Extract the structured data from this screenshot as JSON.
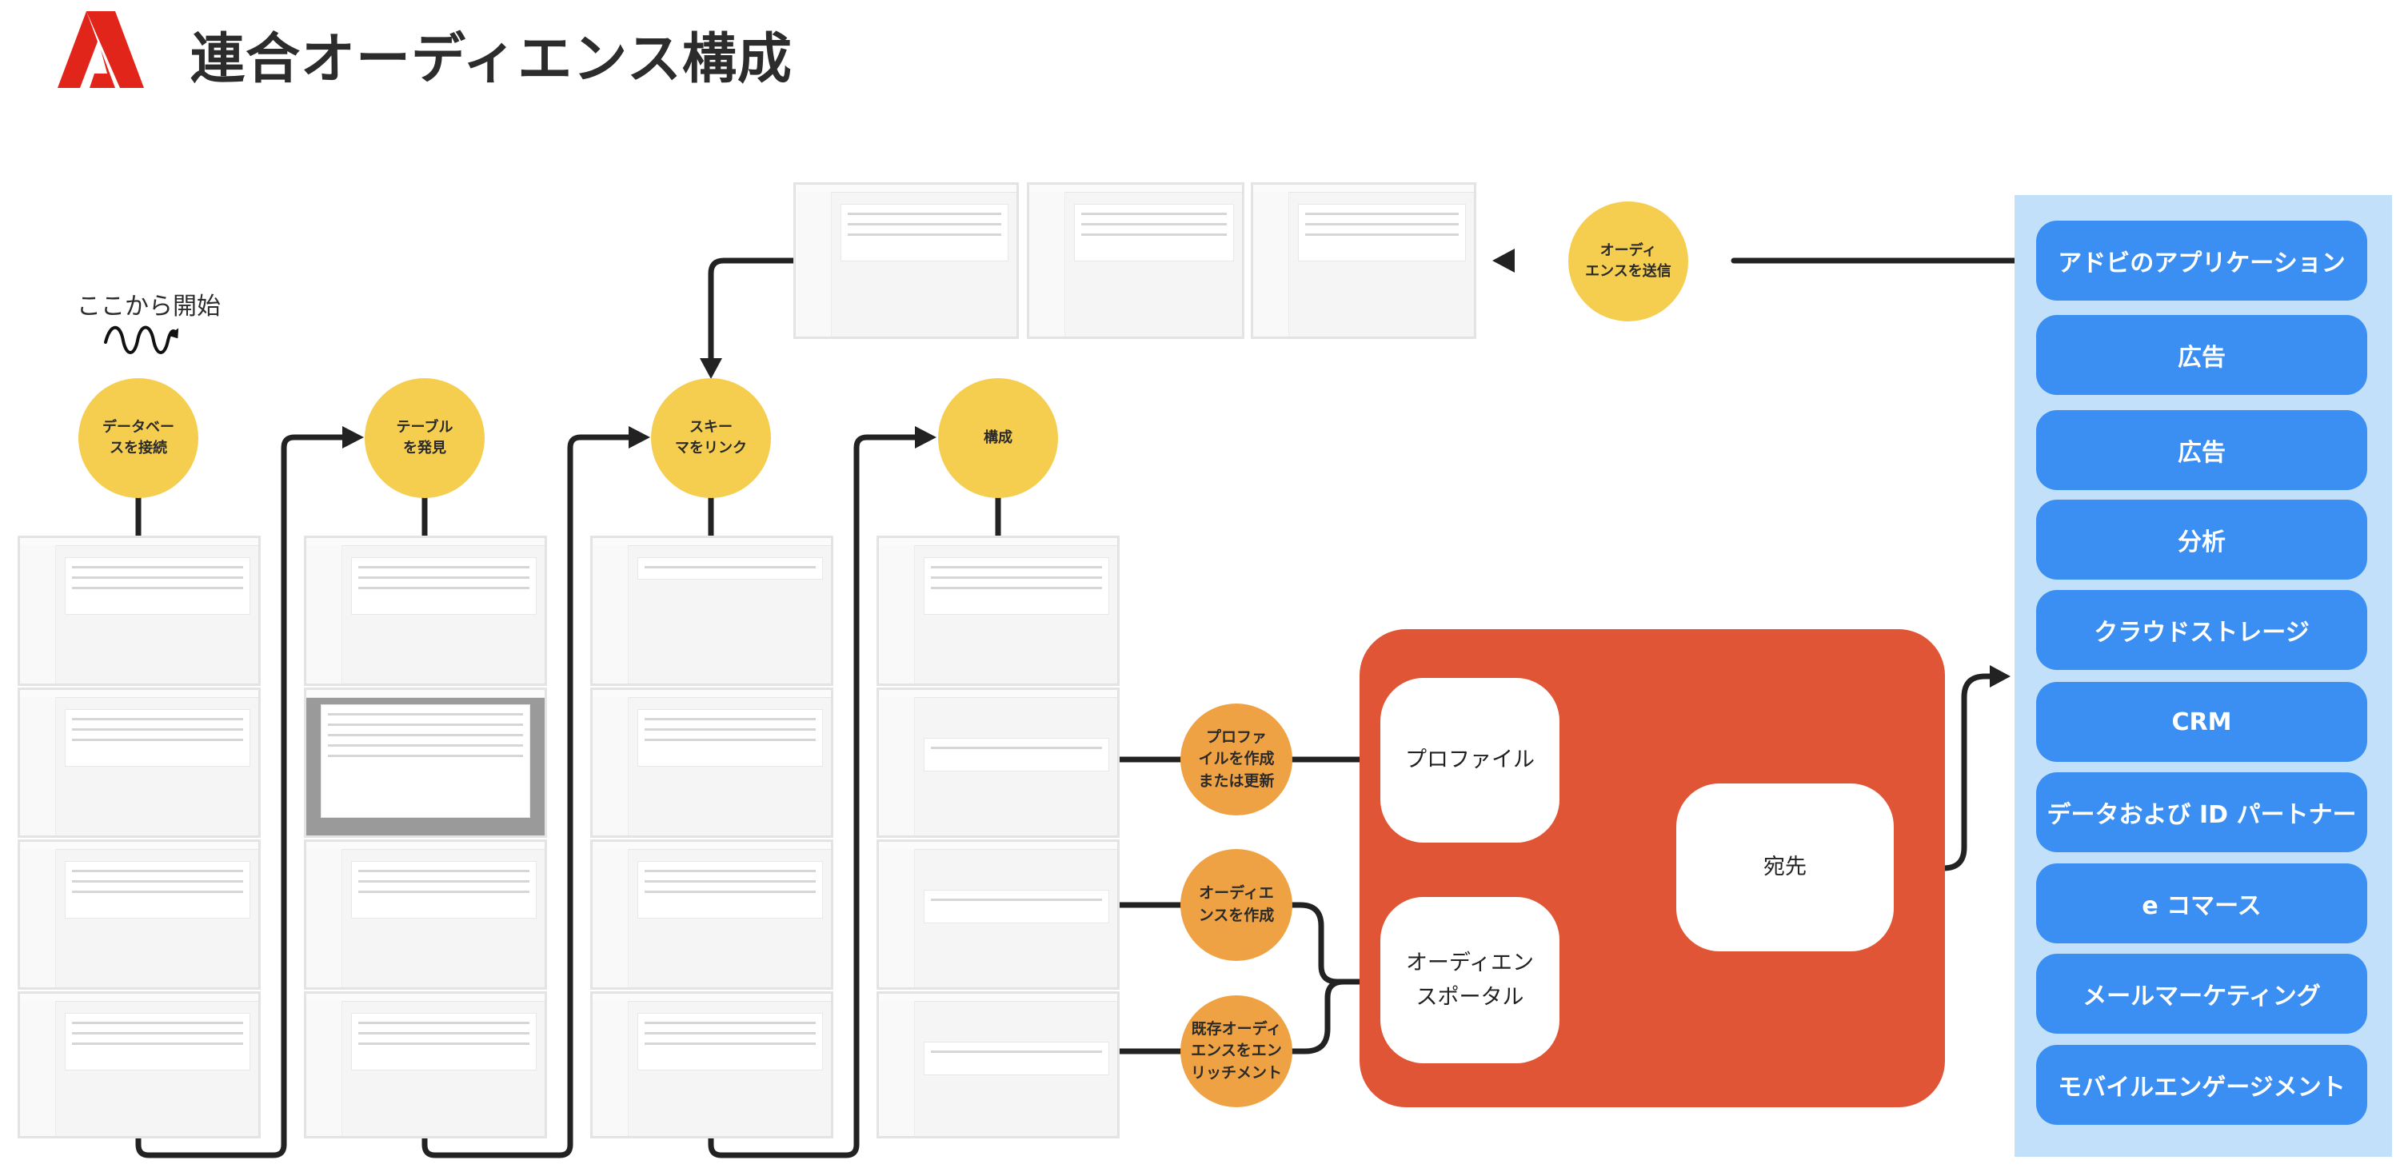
{
  "header": {
    "title": "連合オーディエンス構成",
    "logo": "adobe-logo"
  },
  "start": {
    "label": "ここから開始",
    "icon": "squiggle-arrow-icon"
  },
  "steps": [
    {
      "label": "データベー\nスを接続"
    },
    {
      "label": "テーブル\nを発見"
    },
    {
      "label": "スキー\nマをリンク"
    },
    {
      "label": "構成"
    }
  ],
  "send": {
    "label": "オーディ\nエンスを送信"
  },
  "actions": [
    {
      "label": "プロファ\nイルを作成\nまたは更新"
    },
    {
      "label": "オーディエ\nンスを作成"
    },
    {
      "label": "既存オーディ\nエンスをエン\nリッチメント"
    }
  ],
  "hub": {
    "profile": "プロファイル",
    "portal": "オーディエン\nスポータル",
    "destination": "宛先"
  },
  "destinations": [
    "アドビのアプリケーション",
    "広告",
    "広告",
    "分析",
    "クラウドストレージ",
    "CRM",
    "データおよび ID パートナー",
    "e コマース",
    "メールマーケティング",
    "モバイルエンゲージメント"
  ],
  "colors": {
    "step": "#f5cd4f",
    "action": "#efa243",
    "hub_panel": "#e05535",
    "destination_panel": "#c2e0f9",
    "destination_button": "#3b8ff2",
    "logo": "#e1251b",
    "connector": "#222222"
  }
}
